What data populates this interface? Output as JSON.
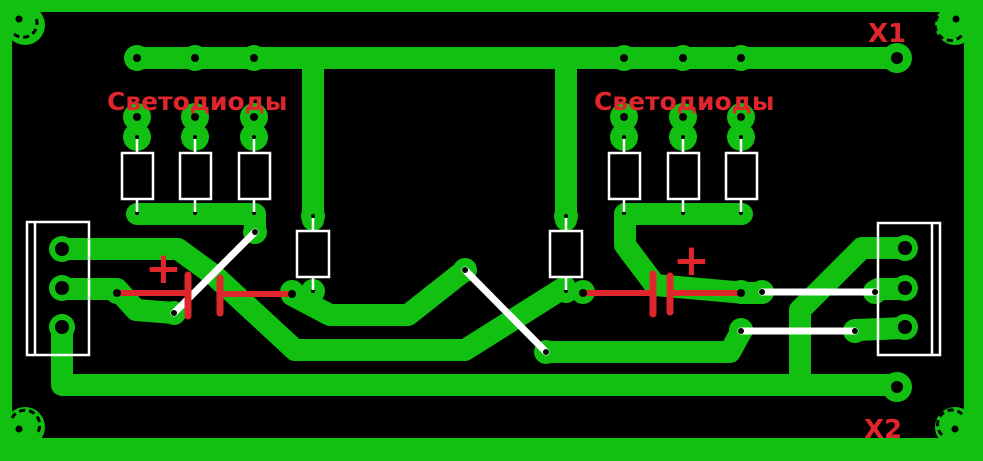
{
  "board": {
    "colors": {
      "copper": "#12c012",
      "background": "#000000",
      "silkscreen": "#ffffff",
      "polarity": "#e0262d"
    },
    "labels": {
      "x1": "X1",
      "x2": "X2",
      "leds_left": "Светодиоды",
      "leds_right": "Светодиоды",
      "plus_left": "+",
      "plus_right": "+"
    }
  }
}
